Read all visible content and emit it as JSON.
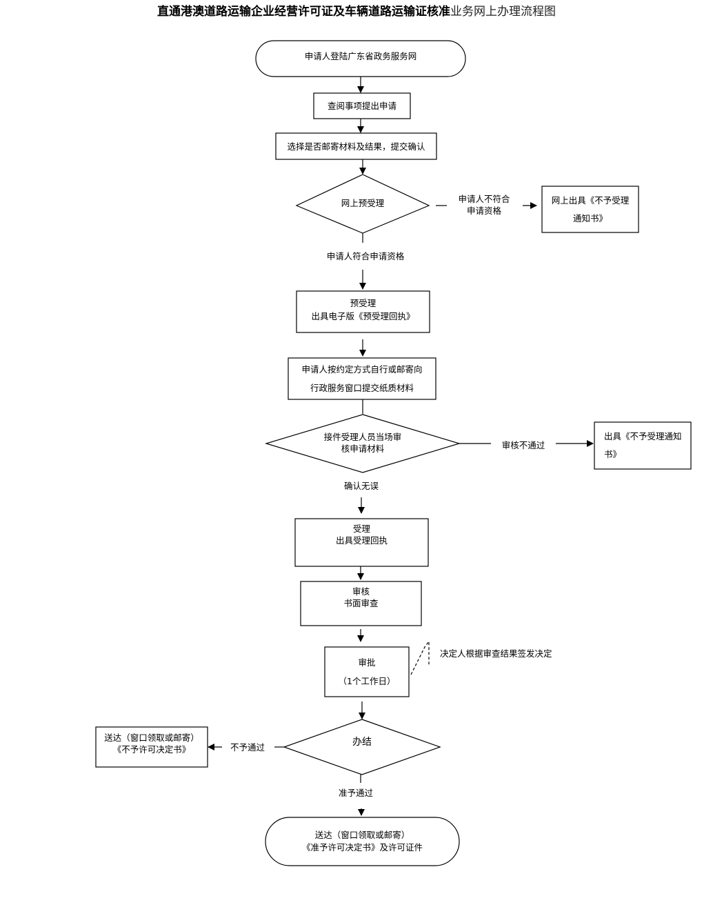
{
  "title": {
    "bold": "直通港澳道路运输企业经营许可证及车辆道路运输证核准",
    "light": "业务网上办理流程图"
  },
  "nodes": {
    "login": "申请人登陆广东省政务服务网",
    "view": "查阅事项提出申请",
    "choose": "选择是否邮寄材料及结果，提交确认",
    "prereview": "网上预受理",
    "reject1_line1": "网上出具《不予受理",
    "reject1_line2": "通知书》",
    "receipt_line1": "预受理",
    "receipt_line2": "出具电子版《预受理回执》",
    "submit_line1": "申请人按约定方式自行或邮寄向",
    "submit_line2": "行政服务窗口提交纸质材料",
    "check_line1": "接件受理人员当场审",
    "check_line2": "核申请材料",
    "reject2_line1": "出具《不予受理通知",
    "reject2_line2": "书》",
    "accept_line1": "受理",
    "accept_line2": "出具受理回执",
    "review_line1": "审核",
    "review_line2": "书面审查",
    "approve_line1": "审批",
    "approve_line2": "（1个工作日）",
    "finish": "办结",
    "deny_line1": "送达（窗口领取或邮寄）",
    "deny_line2": "《不予许可决定书》",
    "deliver_line1": "送达（窗口领取或邮寄）",
    "deliver_line2": "《准予许可决定书》及许可证件"
  },
  "edge_labels": {
    "not_qualified_line1": "申请人不符合",
    "not_qualified_line2": "申请资格",
    "qualified": "申请人符合申请资格",
    "check_failed": "审核不通过",
    "confirmed": "确认无误",
    "not_passed": "不予通过",
    "passed": "准予通过"
  },
  "annotation": "决定人根据审查结果签发决定"
}
